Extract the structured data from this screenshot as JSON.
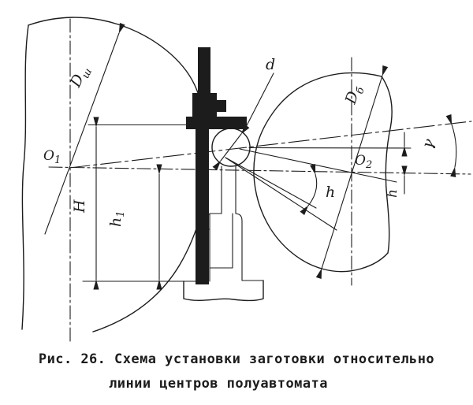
{
  "colors": {
    "ink": "#1c1c1c",
    "background": "#ffffff"
  },
  "figure": {
    "caption_line1": "Рис. 26. Схема установки заготовки относительно",
    "caption_line2": "линии центров полуавтомата"
  },
  "labels": {
    "wheel_diameter": {
      "main": "D",
      "sub": "ш"
    },
    "workpiece_diameter": {
      "main": "D",
      "sub": "б"
    },
    "wheel_center": {
      "main": "O",
      "sub": "1"
    },
    "workpiece_center": {
      "main": "O",
      "sub": "2"
    },
    "rest_height": "H",
    "centers_height": {
      "main": "h",
      "sub": "1"
    },
    "offset_angle": "h",
    "offset_height": "h",
    "inclination_angle": "γ",
    "roller_diameter": "d"
  }
}
